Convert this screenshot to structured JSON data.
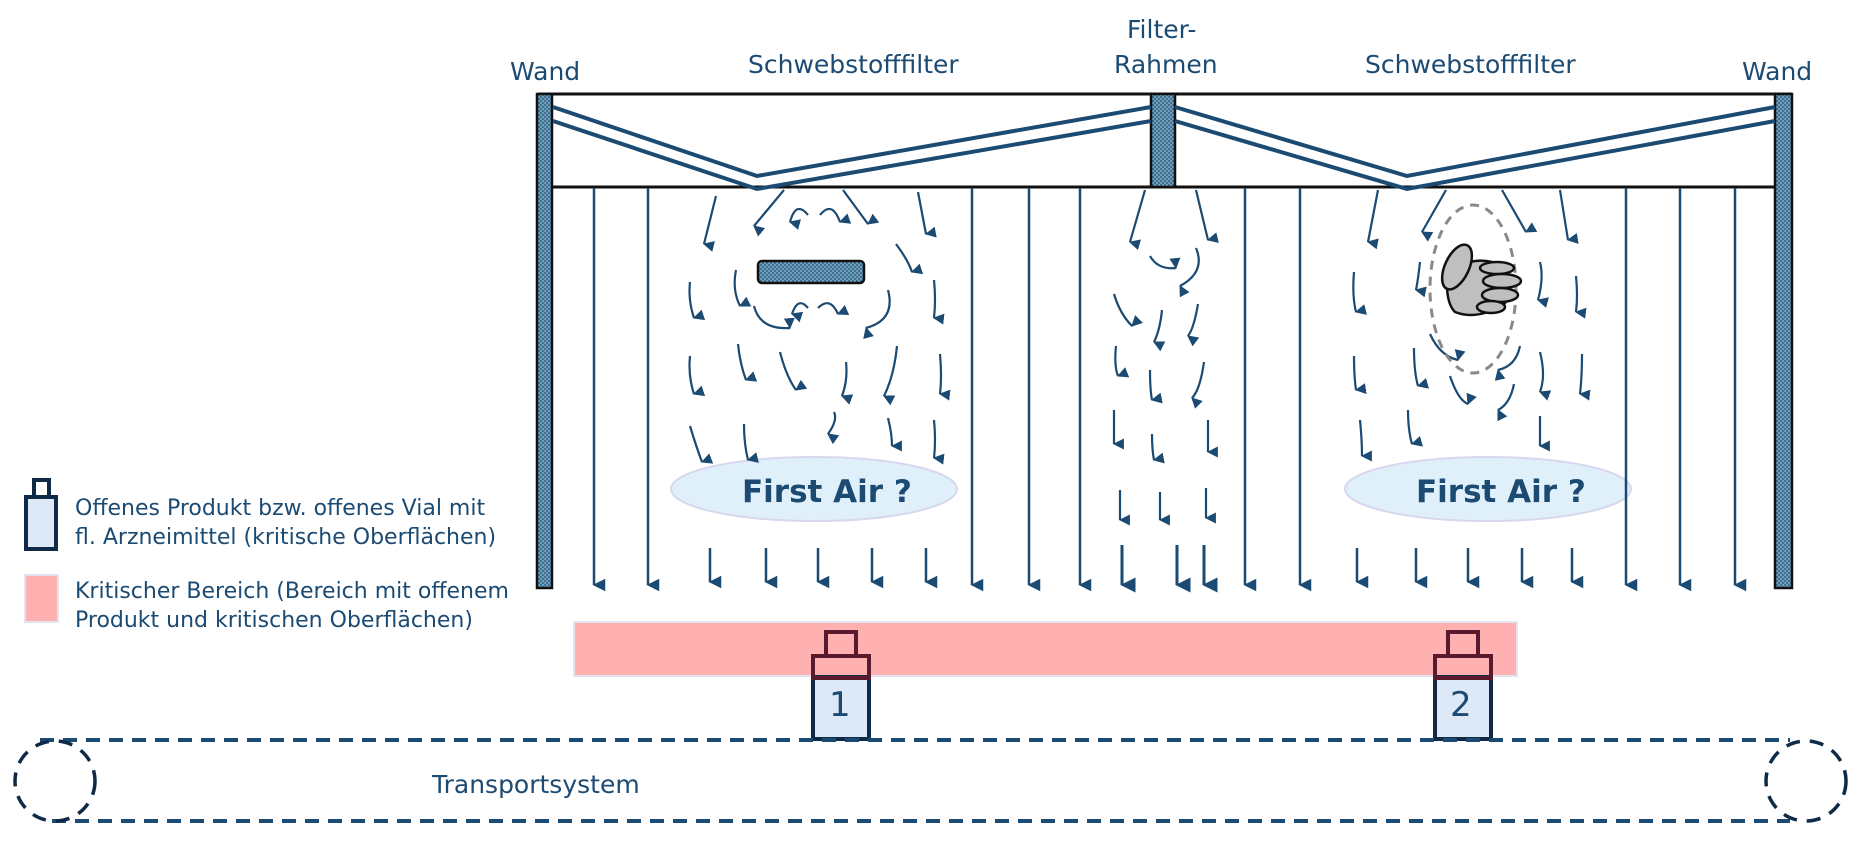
{
  "labels": {
    "wall_left": "Wand",
    "wall_right": "Wand",
    "filter_left": "Schwebstofffilter",
    "filter_right": "Schwebstofffilter",
    "frame_line1": "Filter-",
    "frame_line2": "Rahmen",
    "first_air_left": "First Air ?",
    "first_air_right": "First Air ?",
    "transport": "Transportsystem",
    "vial_1": "1",
    "vial_2": "2"
  },
  "legend": {
    "vial": {
      "icon": "vial-icon",
      "line1": "Offenes Produkt bzw. offenes Vial mit",
      "line2": "fl. Arzneimittel (kritische Oberflächen)"
    },
    "critical": {
      "icon": "pink-swatch",
      "line1": "Kritischer Bereich (Bereich mit offenem",
      "line2": "Produkt und kritischen Oberflächen)"
    }
  },
  "obstacles": {
    "left": "bar-obstacle",
    "right": "gloved-hand"
  },
  "colors": {
    "flow": "#1b4a72",
    "wall_fill": "#5d8fae",
    "critical_zone": "#ffb1b2",
    "first_air_fill": "#dff0fa",
    "vial_fill": "#dde9f6",
    "vial_cap_dark": "#5a1a2e",
    "hand_fill": "#bfbfbf"
  }
}
